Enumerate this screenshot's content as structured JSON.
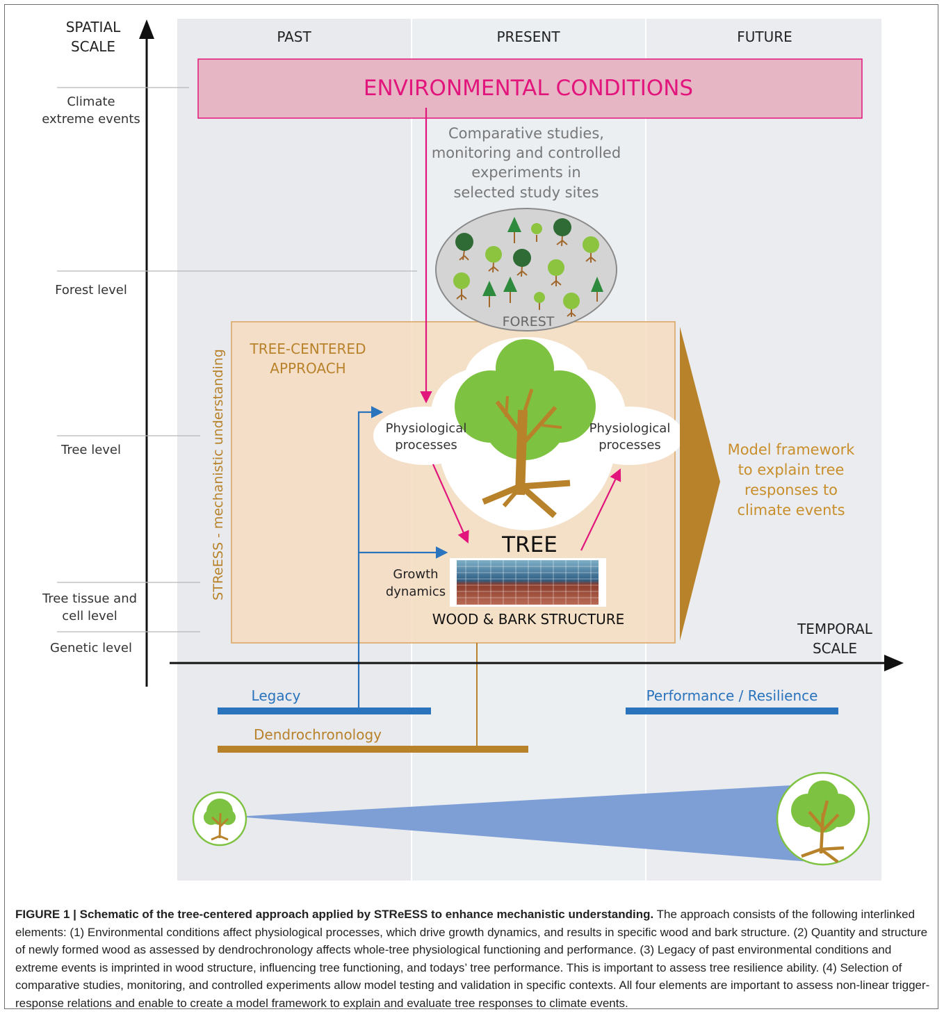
{
  "time_columns": [
    "PAST",
    "PRESENT",
    "FUTURE"
  ],
  "axes": {
    "spatial": [
      "SPATIAL",
      "SCALE"
    ],
    "temporal": [
      "TEMPORAL",
      "SCALE"
    ]
  },
  "spatial_levels": {
    "climate": [
      "Climate",
      "extreme events"
    ],
    "forest": "Forest level",
    "tree": "Tree level",
    "tissue": [
      "Tree tissue and",
      "cell level"
    ],
    "genetic": "Genetic level"
  },
  "environmental_conditions": "ENVIRONMENTAL CONDITIONS",
  "comparative_studies": [
    "Comparative studies,",
    "monitoring and controlled",
    "experiments in",
    "selected study sites"
  ],
  "forest_label": "FOREST",
  "tree_centered": [
    "TREE-CENTERED",
    "APPROACH"
  ],
  "streess_label": "STReESS - mechanistic understanding",
  "physiological_left": [
    "Physiological",
    "processes"
  ],
  "physiological_right": [
    "Physiological",
    "processes"
  ],
  "tree_label": "TREE",
  "growth_dynamics": [
    "Growth",
    "dynamics"
  ],
  "wood_bark": "WOOD & BARK STRUCTURE",
  "model_framework": [
    "Model framework",
    "to explain tree",
    "responses to",
    "climate events"
  ],
  "legacy": "Legacy",
  "dendrochronology": "Dendrochronology",
  "performance": "Performance / Resilience",
  "colors": {
    "magenta": "#e2157d",
    "blue": "#2a73bd",
    "brown": "#b8822b",
    "env_fill": "#e7b6c4",
    "approach_fill": "#f6dcc0",
    "green": "#7ec242"
  },
  "caption": {
    "bold": "FIGURE 1 | Schematic of the tree-centered approach applied by STReESS to enhance mechanistic understanding.",
    "text": " The approach consists of the following interlinked elements: (1) Environmental conditions affect physiological processes, which drive growth dynamics, and results in specific wood and bark structure. (2) Quantity and structure of newly formed wood as assessed by dendrochronology affects whole-tree physiological functioning and performance. (3) Legacy of past environmental conditions and extreme events is imprinted in wood structure, influencing tree functioning, and todays’ tree performance. This is important to assess tree resilience ability. (4) Selection of comparative studies, monitoring, and controlled experiments allow model testing and validation in specific contexts. All four elements are important to assess non-linear trigger-response relations and enable to create a model framework to explain and evaluate tree responses to climate events."
  }
}
